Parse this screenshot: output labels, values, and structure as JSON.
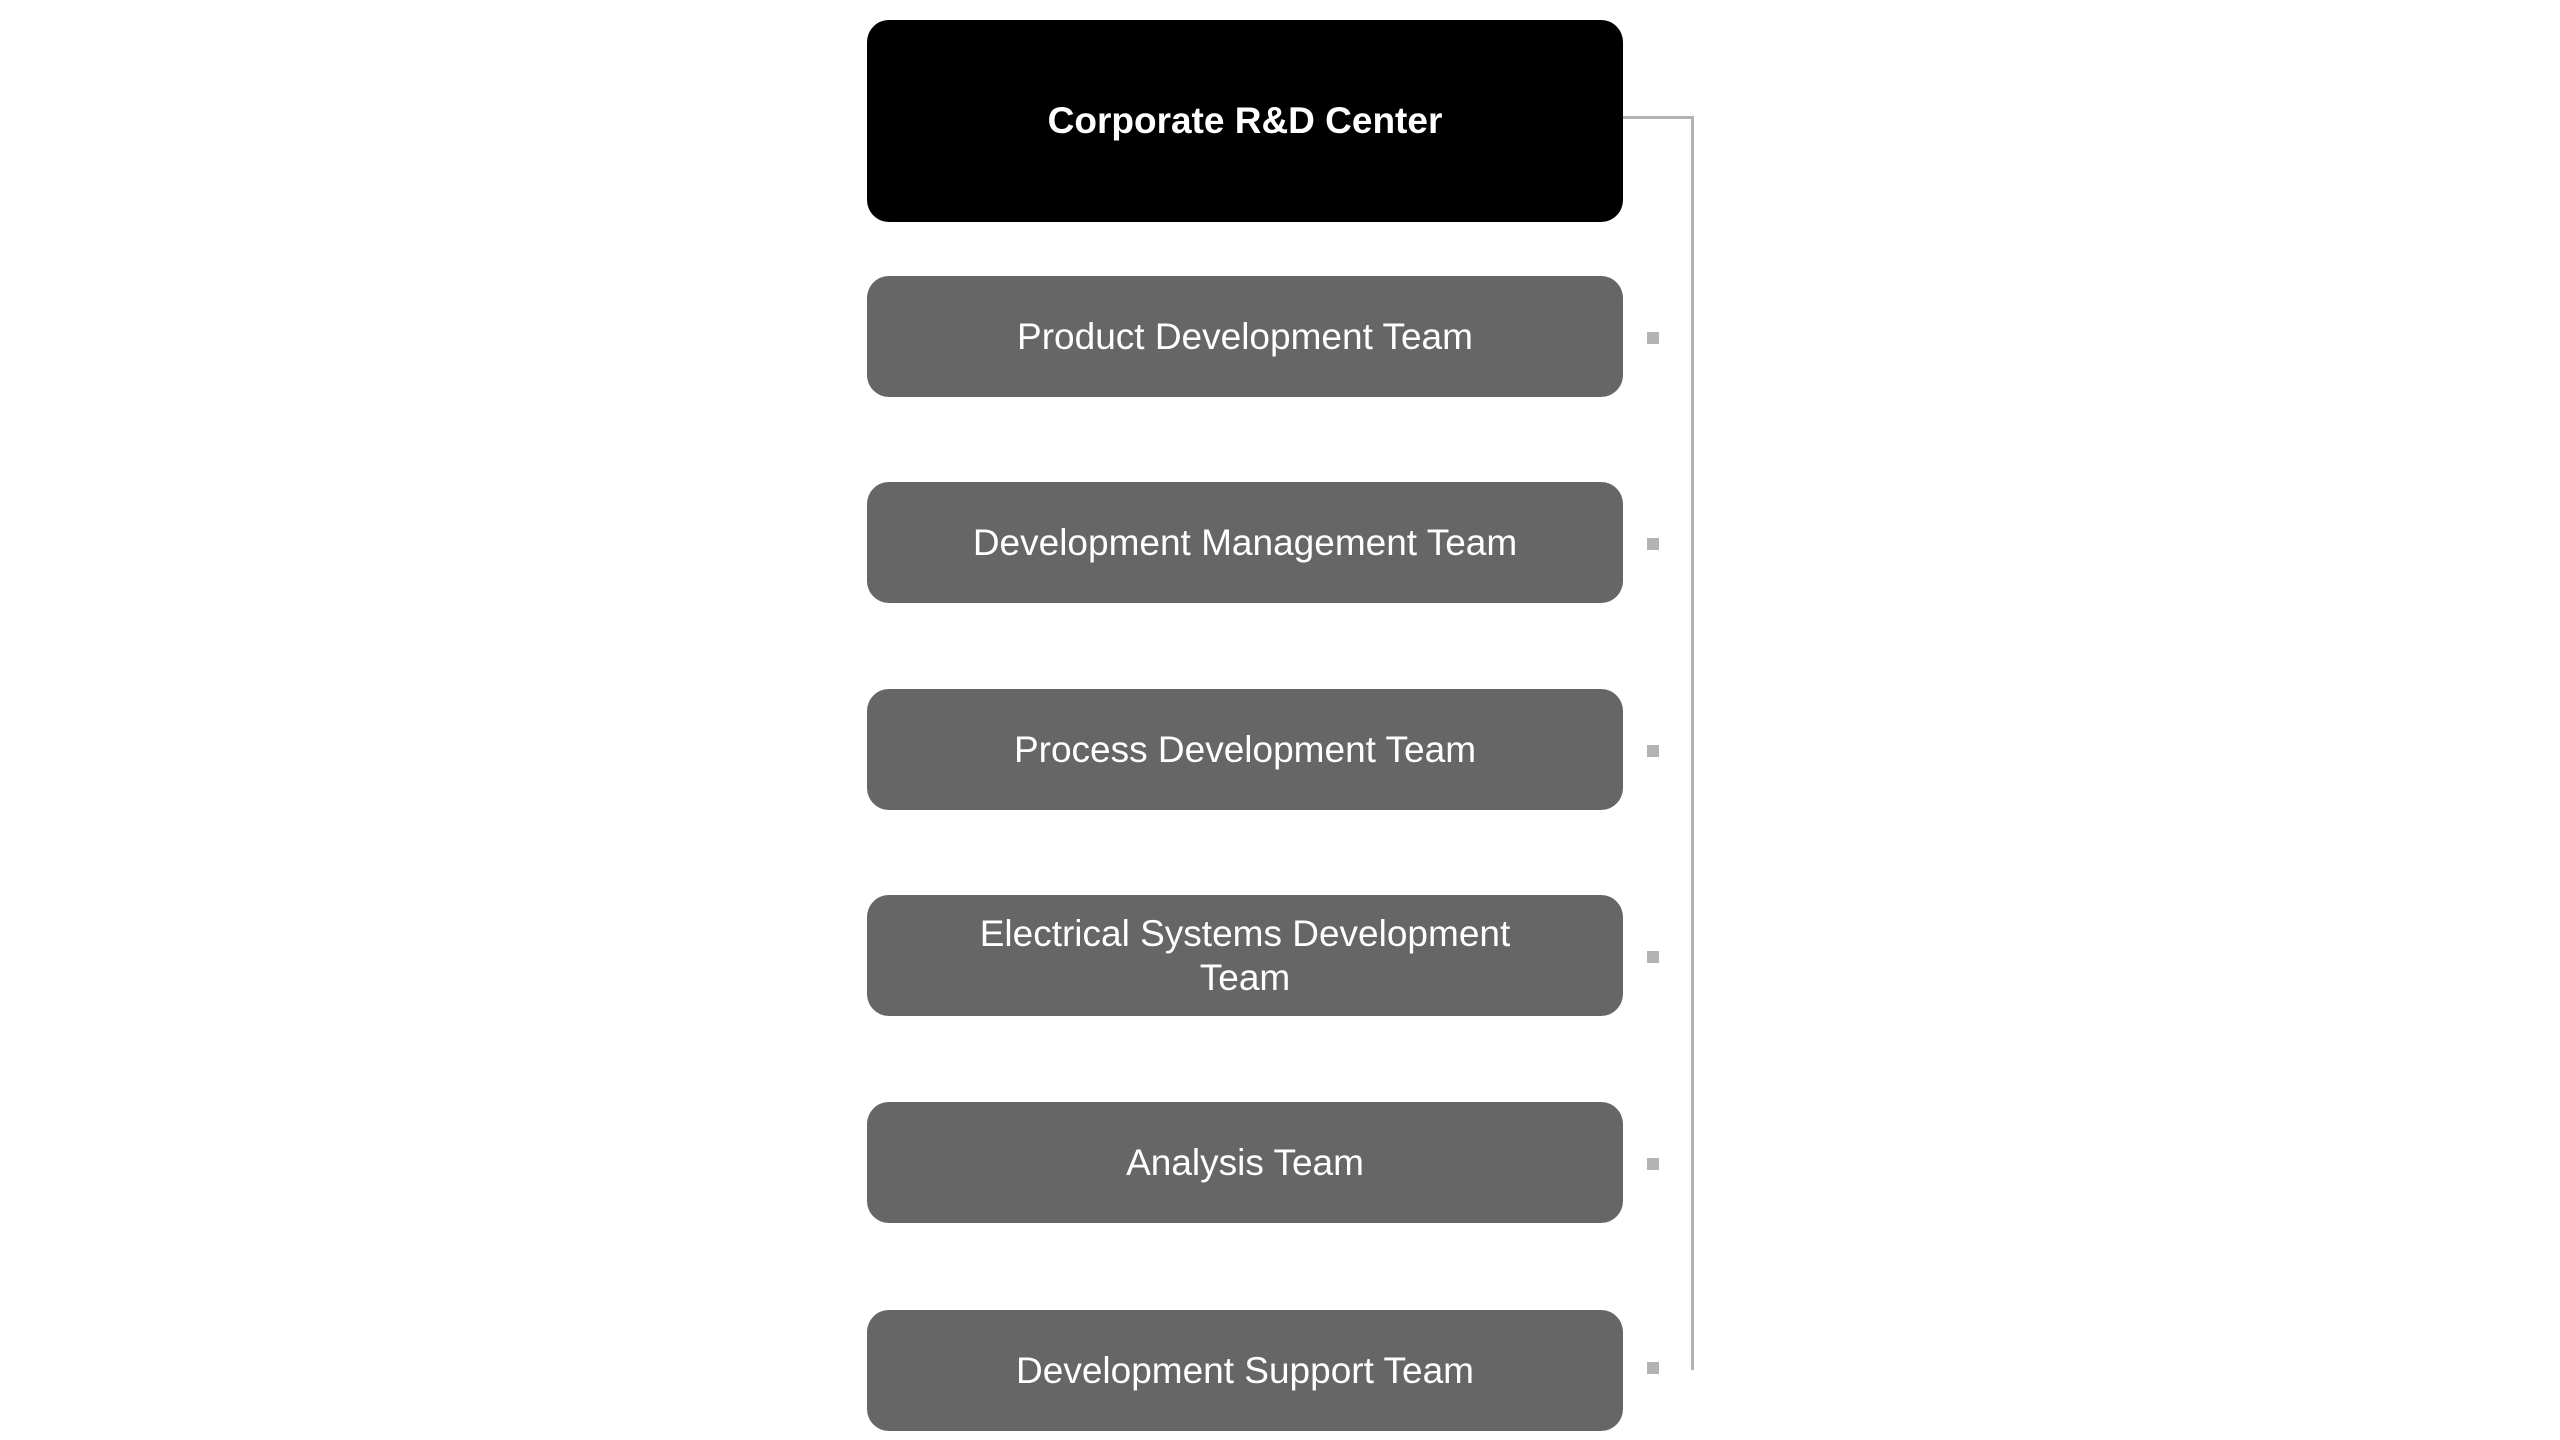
{
  "root": {
    "label": "Corporate R&D Center"
  },
  "children": [
    {
      "label": "Product Development Team"
    },
    {
      "label": "Development Management Team"
    },
    {
      "label": "Process Development Team"
    },
    {
      "label": "Electrical Systems Development Team"
    },
    {
      "label": "Analysis Team"
    },
    {
      "label": "Development Support Team"
    }
  ],
  "colors": {
    "root": "#000000",
    "child": "#666666",
    "connector": "#b3b3b3"
  }
}
